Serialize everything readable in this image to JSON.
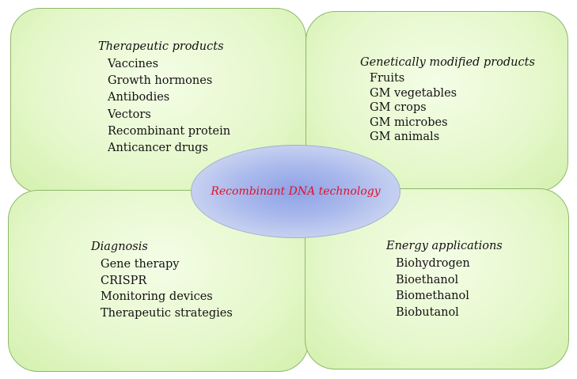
{
  "center": {
    "label": "Recombinant DNA technology",
    "label_color": "#e0102a"
  },
  "quadrants": {
    "top_left": {
      "heading": "Therapeutic products",
      "items": [
        "Vaccines",
        "Growth hormones",
        "Antibodies",
        "Vectors",
        "Recombinant protein",
        "Anticancer drugs"
      ]
    },
    "top_right": {
      "heading": "Genetically modified products",
      "items": [
        "Fruits",
        "GM vegetables",
        "GM crops",
        "GM microbes",
        "GM animals"
      ]
    },
    "bottom_left": {
      "heading": "Diagnosis",
      "items": [
        "Gene therapy",
        "CRISPR",
        "Monitoring devices",
        "Therapeutic strategies"
      ]
    },
    "bottom_right": {
      "heading": "Energy applications",
      "items": [
        "Biohydrogen",
        "Bioethanol",
        "Biomethanol",
        "Biobutanol"
      ]
    }
  },
  "colors": {
    "quadrant_fill": "#e6f8cd",
    "quadrant_border": "#8fb86a",
    "ellipse_fill": "#aab9ec"
  }
}
